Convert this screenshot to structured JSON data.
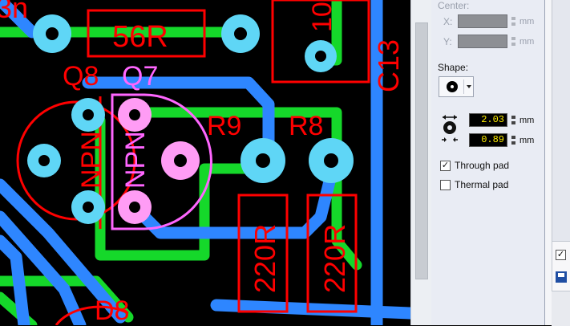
{
  "board": {
    "labels": {
      "q8": "Q8",
      "q7": "Q7",
      "q8_type": "NPN",
      "q7_type": "NPN",
      "r56": "56R",
      "r9": "R9",
      "r8": "R8",
      "r220a": "220R",
      "r220b": "220R",
      "d8": "D8",
      "c13": "C13",
      "c13_value": "10",
      "top_left": "3n"
    }
  },
  "panel": {
    "center_label": "Center:",
    "x_label": "X:",
    "y_label": "Y:",
    "unit": "mm",
    "shape_label": "Shape:",
    "shape_icon": "round-pad-icon",
    "pad_diameter": "2.03",
    "hole_diameter": "0.89",
    "through_pad_label": "Through pad",
    "through_pad_checked": "✓",
    "thermal_pad_label": "Thermal pad",
    "thermal_pad_checked": ""
  },
  "strip": {
    "checkbox_mark": "✓"
  },
  "colors": {
    "copper_top": "#2e86ff",
    "copper_bottom": "#15d82a",
    "pad": "#5fd6f6",
    "silk": "#ff0000",
    "silk_selected": "#ff66ff"
  }
}
